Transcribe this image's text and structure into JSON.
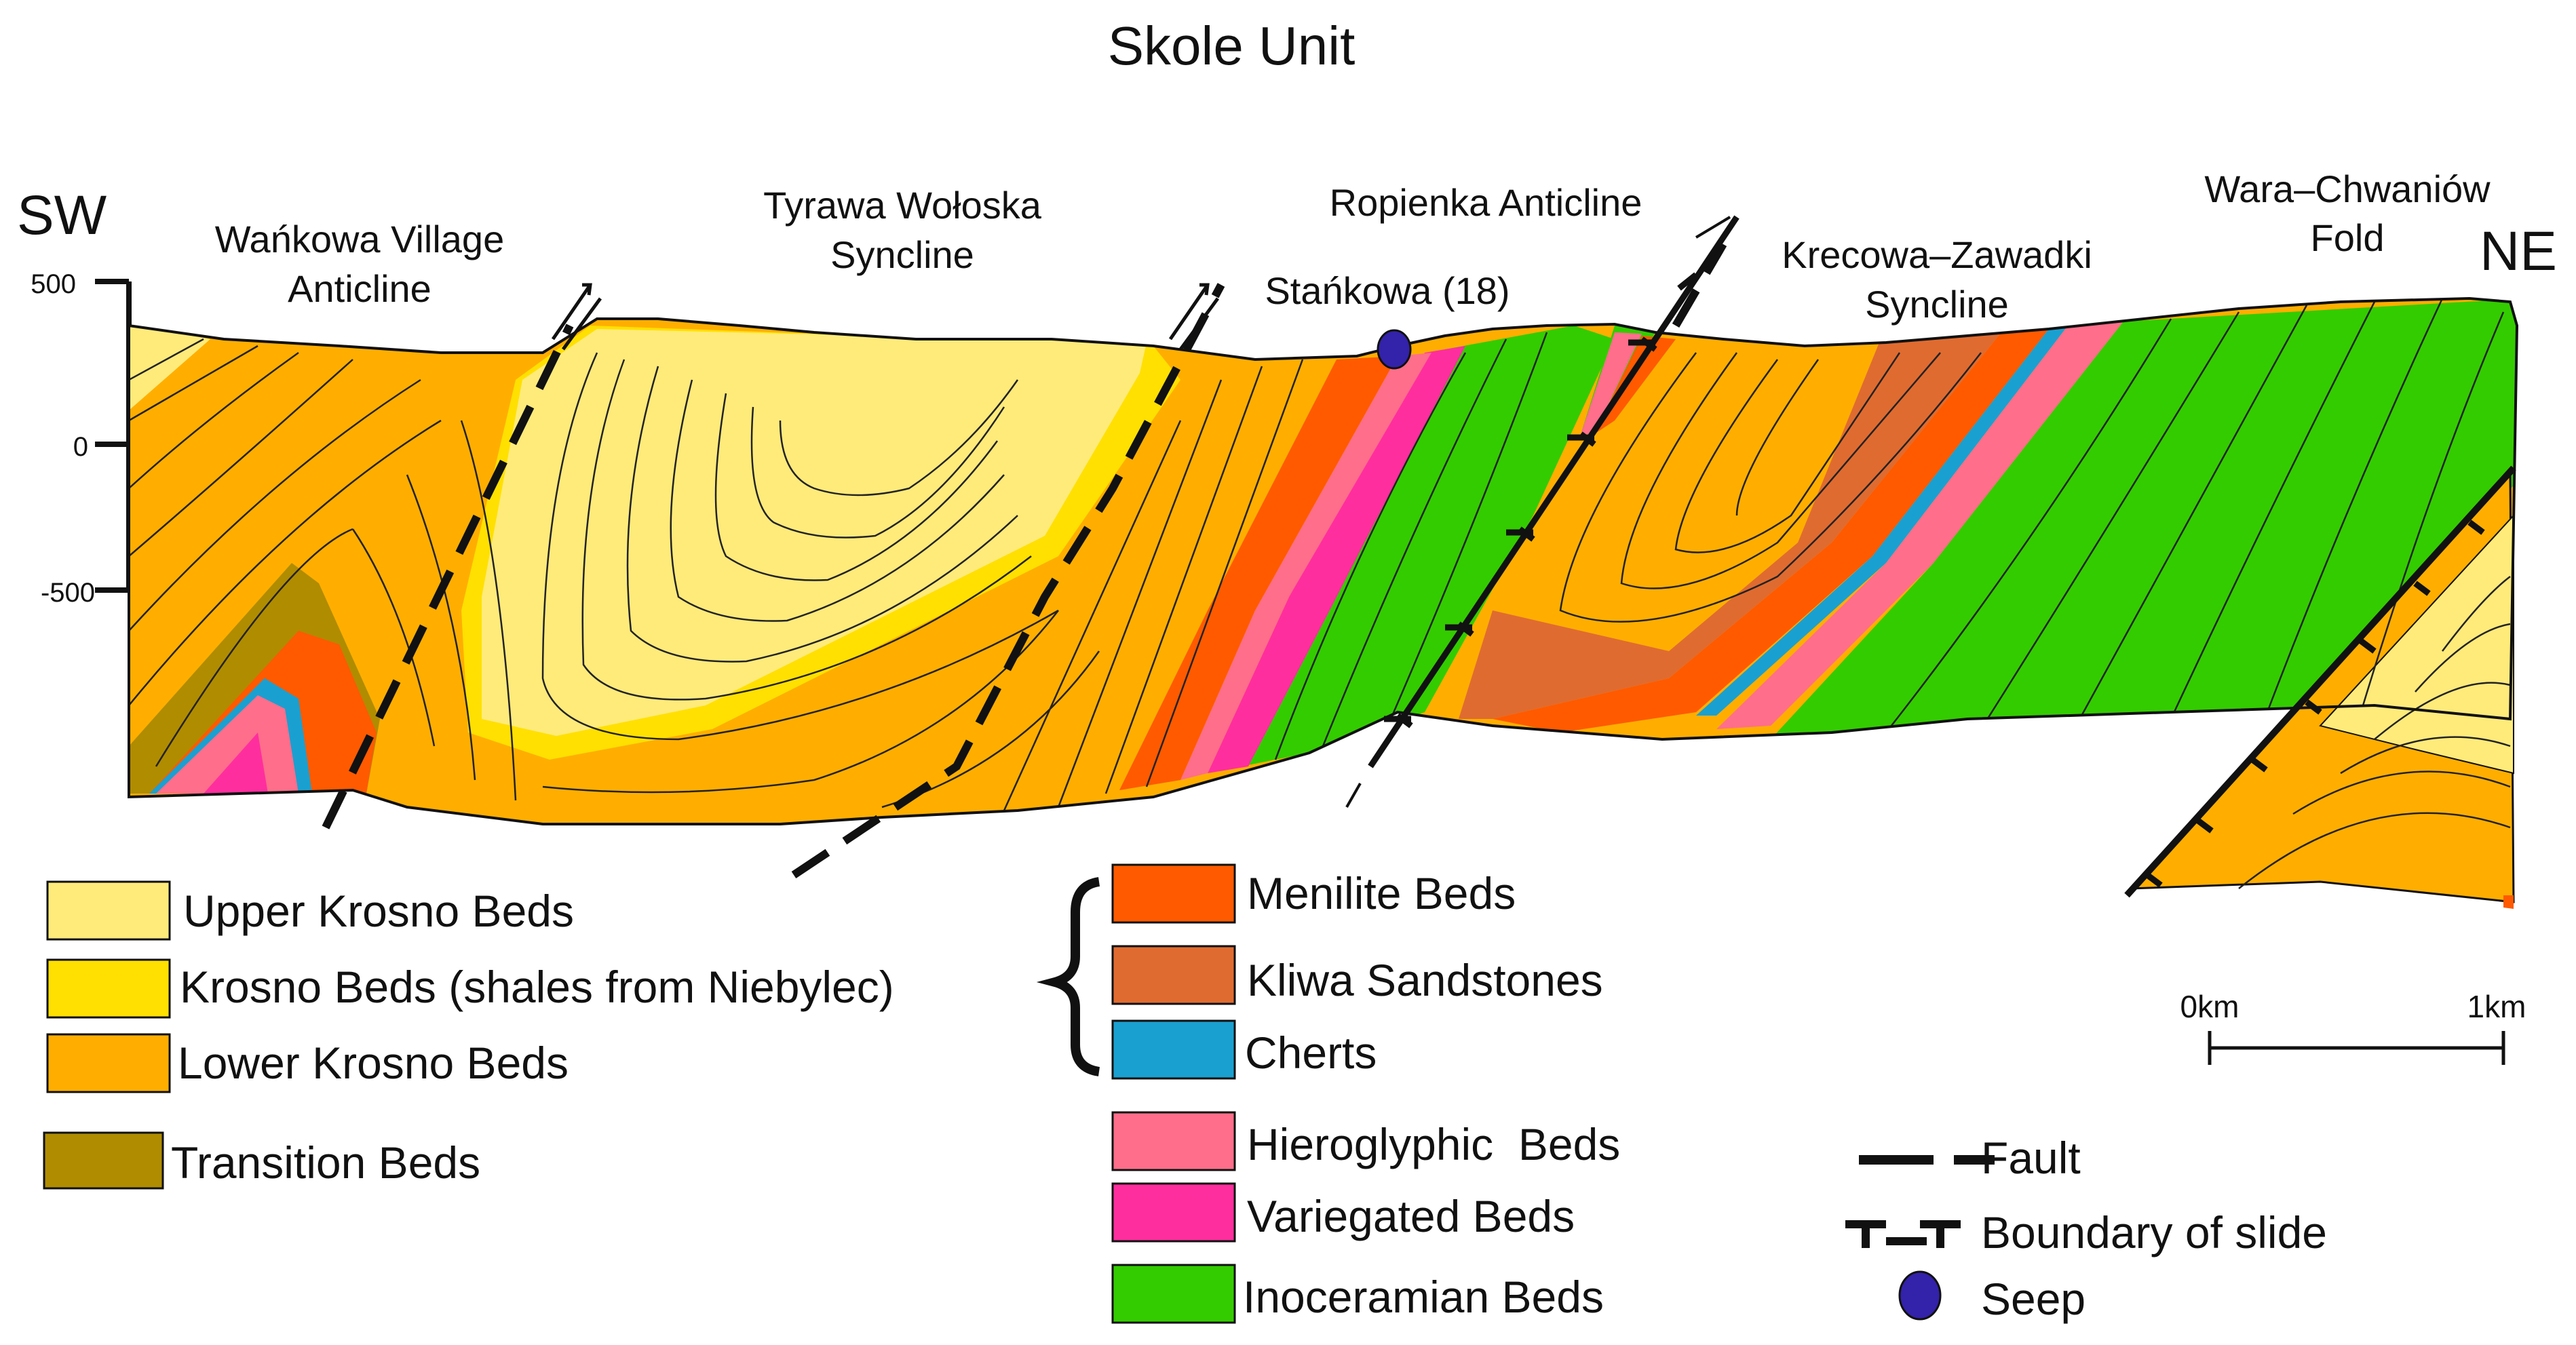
{
  "title": "Skole Unit",
  "directions": {
    "left": "SW",
    "right": "NE"
  },
  "depth_axis": {
    "ticks": [
      "500",
      "0",
      "-500"
    ]
  },
  "structures": {
    "wankowa_line1": "Wańkowa Village",
    "wankowa_line2": "Anticline",
    "tyrawa_line1": "Tyrawa Wołoska",
    "tyrawa_line2": "Syncline",
    "ropienka": "Ropienka Anticline",
    "krecowa_line1": "Krecowa–Zawadki",
    "krecowa_line2": "Syncline",
    "wara_line1": "Wara–Chwaniów",
    "wara_line2": "Fold",
    "seep_label": "Stańkowa (18)"
  },
  "legend": {
    "units": [
      {
        "label": "Upper Krosno Beds",
        "color": "#FFEB7A"
      },
      {
        "label": "Krosno Beds (shales from Niebylec)",
        "color": "#FFE000"
      },
      {
        "label": "Lower Krosno Beds",
        "color": "#FFAE00"
      },
      {
        "label": "Transition Beds",
        "color": "#B08C00"
      },
      {
        "label": "Menilite Beds",
        "color": "#FF5A00"
      },
      {
        "label": "Kliwa Sandstones",
        "color": "#E06B30"
      },
      {
        "label": "Cherts",
        "color": "#1AA0D0"
      },
      {
        "label": "Hieroglyphic  Beds",
        "color": "#FF6E8A"
      },
      {
        "label": "Variegated Beds",
        "color": "#FF2E9E"
      },
      {
        "label": "Inoceramian Beds",
        "color": "#33CC00"
      }
    ],
    "symbols": {
      "fault": "Fault",
      "slide": "Boundary of slide",
      "seep": "Seep"
    }
  },
  "scale_bar": {
    "start": "0km",
    "end": "1km"
  },
  "seep_color": "#3322AA"
}
